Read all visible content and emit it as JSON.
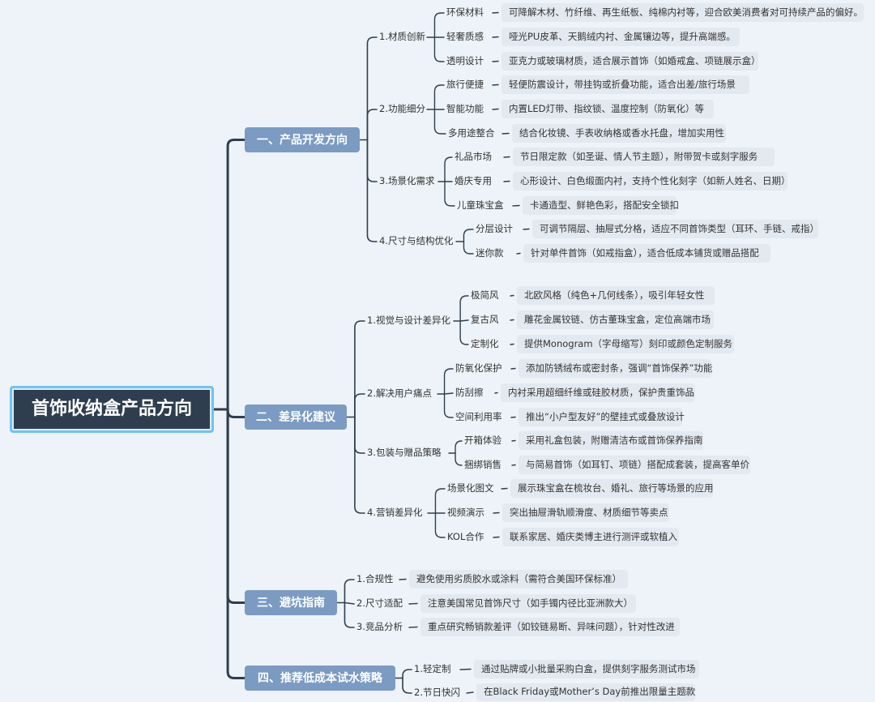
{
  "root": "首饰收纳盒产品方向",
  "branches": [
    {
      "label": "一、产品开发方向",
      "subs": [
        {
          "label": "1.材质创新",
          "leaves": [
            {
              "label": "环保材料",
              "desc": "可降解木材、竹纤维、再生纸板、纯棉内衬等，迎合欧美消费者对可持续产品的偏好。"
            },
            {
              "label": "轻奢质感",
              "desc": "哑光PU皮革、天鹅绒内衬、金属镶边等，提升高端感。"
            },
            {
              "label": "透明设计",
              "desc": "亚克力或玻璃材质，适合展示首饰（如婚戒盒、项链展示盒）"
            }
          ]
        },
        {
          "label": "2.功能细分",
          "leaves": [
            {
              "label": "旅行便捷",
              "desc": "轻便防震设计，带挂钩或折叠功能，适合出差/旅行场景"
            },
            {
              "label": "智能功能",
              "desc": "内置LED灯带、指纹锁、温度控制（防氧化）等"
            },
            {
              "label": "多用途整合",
              "desc": "结合化妆镜、手表收纳格或香水托盘，增加实用性"
            }
          ]
        },
        {
          "label": "3.场景化需求",
          "leaves": [
            {
              "label": "礼品市场",
              "desc": "节日限定款（如圣诞、情人节主题），附带贺卡或刻字服务"
            },
            {
              "label": "婚庆专用",
              "desc": "心形设计、白色缎面内衬，支持个性化刻字（如新人姓名、日期）"
            },
            {
              "label": "儿童珠宝盒",
              "desc": "卡通造型、鲜艳色彩，搭配安全锁扣"
            }
          ]
        },
        {
          "label": "4.尺寸与结构优化",
          "leaves": [
            {
              "label": "分层设计",
              "desc": "可调节隔层、抽屉式分格，适应不同首饰类型（耳环、手链、戒指）"
            },
            {
              "label": "迷你款",
              "desc": "针对单件首饰（如戒指盒），适合低成本铺货或赠品搭配"
            }
          ]
        }
      ]
    },
    {
      "label": "二、差异化建议",
      "subs": [
        {
          "label": "1.视觉与设计差异化",
          "leaves": [
            {
              "label": "极简风",
              "desc": "北欧风格（纯色+几何线条），吸引年轻女性"
            },
            {
              "label": "复古风",
              "desc": "雕花金属铰链、仿古董珠宝盒，定位高端市场"
            },
            {
              "label": "定制化",
              "desc": "提供Monogram（字母缩写）刻印或颜色定制服务"
            }
          ]
        },
        {
          "label": "2.解决用户痛点",
          "leaves": [
            {
              "label": "防氧化保护",
              "desc": "添加防锈绒布或密封条，强调“首饰保养”功能"
            },
            {
              "label": "防刮擦",
              "desc": "内衬采用超细纤维或硅胶材质，保护贵重饰品"
            },
            {
              "label": "空间利用率",
              "desc": "推出“小户型友好”的壁挂式或叠放设计"
            }
          ]
        },
        {
          "label": "3.包装与赠品策略",
          "leaves": [
            {
              "label": "开箱体验",
              "desc": "采用礼盒包装，附赠清洁布或首饰保养指南"
            },
            {
              "label": "捆绑销售",
              "desc": "与简易首饰（如耳钉、项链）搭配成套装，提高客单价"
            }
          ]
        },
        {
          "label": "4.营销差异化",
          "leaves": [
            {
              "label": "场景化图文",
              "desc": "展示珠宝盒在梳妆台、婚礼、旅行等场景的应用"
            },
            {
              "label": "视频演示",
              "desc": "突出抽屉滑轨顺滑度、材质细节等卖点"
            },
            {
              "label": "KOL合作",
              "desc": "联系家居、婚庆类博主进行测评或软植入"
            }
          ]
        }
      ]
    },
    {
      "label": "三、避坑指南",
      "subs": [
        {
          "label": "1.合规性",
          "desc": "避免使用劣质胶水或涂料（需符合美国环保标准）"
        },
        {
          "label": "2.尺寸适配",
          "desc": "注意美国常见首饰尺寸（如手镯内径比亚洲款大）"
        },
        {
          "label": "3.竞品分析",
          "desc": "重点研究畅销款差评（如铰链易断、异味问题），针对性改进"
        }
      ]
    },
    {
      "label": "四、推荐低成本试水策略",
      "subs": [
        {
          "label": "1.轻定制",
          "desc": "通过贴牌或小批量采购白盒，提供刻字服务测试市场"
        },
        {
          "label": "2.节日快闪",
          "desc": "在Black Friday或Mother’s Day前推出限量主题款"
        }
      ]
    }
  ],
  "colors": {
    "background": "#edf3f8",
    "root_fill": "#2f3e4f",
    "root_border": "#6fc4ef",
    "main_fill": "#7b9bc3",
    "pill_fill": "#e3e9f0",
    "line": "#2f3e4f"
  }
}
